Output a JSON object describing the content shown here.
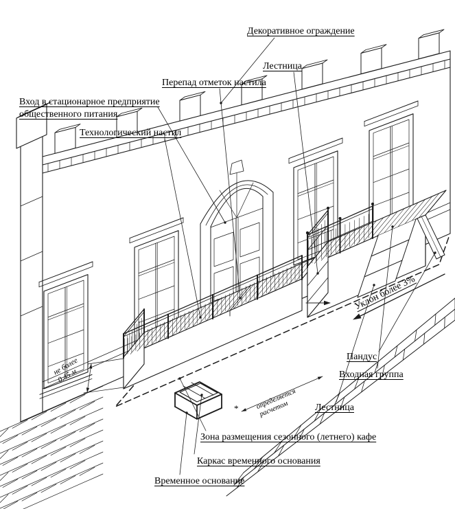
{
  "diagram": {
    "colors": {
      "line": "#1b1b1b",
      "text": "#000000",
      "background": "#ffffff"
    },
    "labels": {
      "decorative_fence": "Декоративное ограждение",
      "stairs_top": "Лестница",
      "deck_level_change": "Перепад отметок настила",
      "entrance_line1": "Вход в стационарное предприятие",
      "entrance_line2": "общественного питания",
      "tech_deck": "Технологический настил",
      "slope": "Уклон более 3%",
      "ramp": "Пандус",
      "entrance_group": "Входная группа",
      "stairs_bottom": "Лестница",
      "zone": "Зона размещения сезонного (летнего) кафе",
      "frame": "Каркас временного основания",
      "temporary_base": "Временное основание",
      "height_limit_line1": "не более",
      "height_limit_line2": "0.45 м",
      "calc_note_line1": "определяется",
      "calc_note_line2": "расчетом",
      "calc_star": "*"
    }
  }
}
